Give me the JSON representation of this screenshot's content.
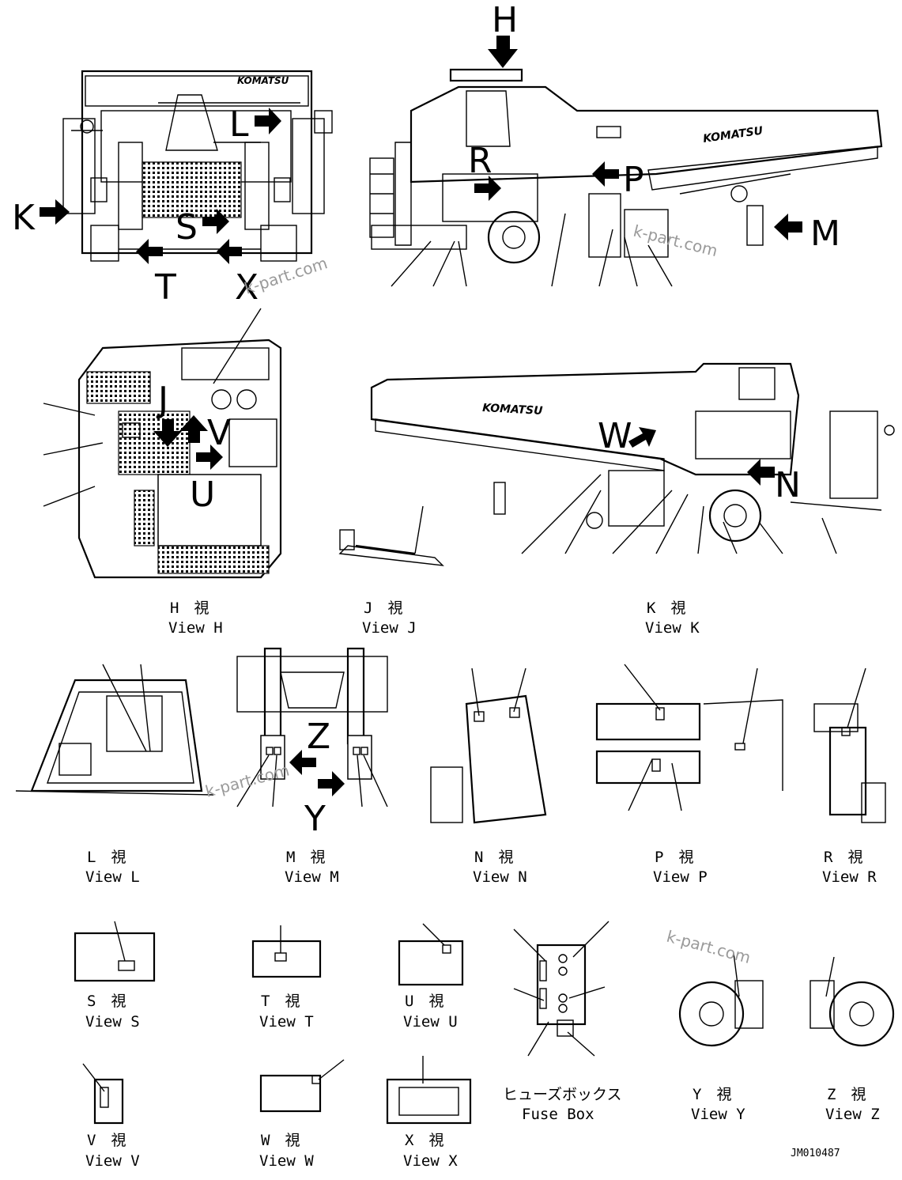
{
  "brand": "KOMATSU",
  "watermark": "k-part.com",
  "drawing_number": "JM010487",
  "arrow_letters": {
    "H": "H",
    "K": "K",
    "L": "L",
    "S": "S",
    "T": "T",
    "X": "X",
    "R": "R",
    "P": "P",
    "M": "M",
    "J": "J",
    "V": "V",
    "U": "U",
    "W": "W",
    "N": "N",
    "Z": "Z",
    "Y": "Y"
  },
  "views": [
    {
      "jp": "H　視",
      "en": "View H"
    },
    {
      "jp": "J　視",
      "en": "View J"
    },
    {
      "jp": "K　視",
      "en": "View K"
    },
    {
      "jp": "L　視",
      "en": "View L"
    },
    {
      "jp": "M　視",
      "en": "View M"
    },
    {
      "jp": "N　視",
      "en": "View N"
    },
    {
      "jp": "P　視",
      "en": "View P"
    },
    {
      "jp": "R　視",
      "en": "View R"
    },
    {
      "jp": "S　視",
      "en": "View S"
    },
    {
      "jp": "T　視",
      "en": "View T"
    },
    {
      "jp": "U　視",
      "en": "View U"
    },
    {
      "jp": "ヒューズボックス",
      "en": "Fuse Box"
    },
    {
      "jp": "Y　視",
      "en": "View Y"
    },
    {
      "jp": "Z　視",
      "en": "View Z"
    },
    {
      "jp": "V　視",
      "en": "View V"
    },
    {
      "jp": "W　視",
      "en": "View W"
    },
    {
      "jp": "X　視",
      "en": "View X"
    }
  ]
}
